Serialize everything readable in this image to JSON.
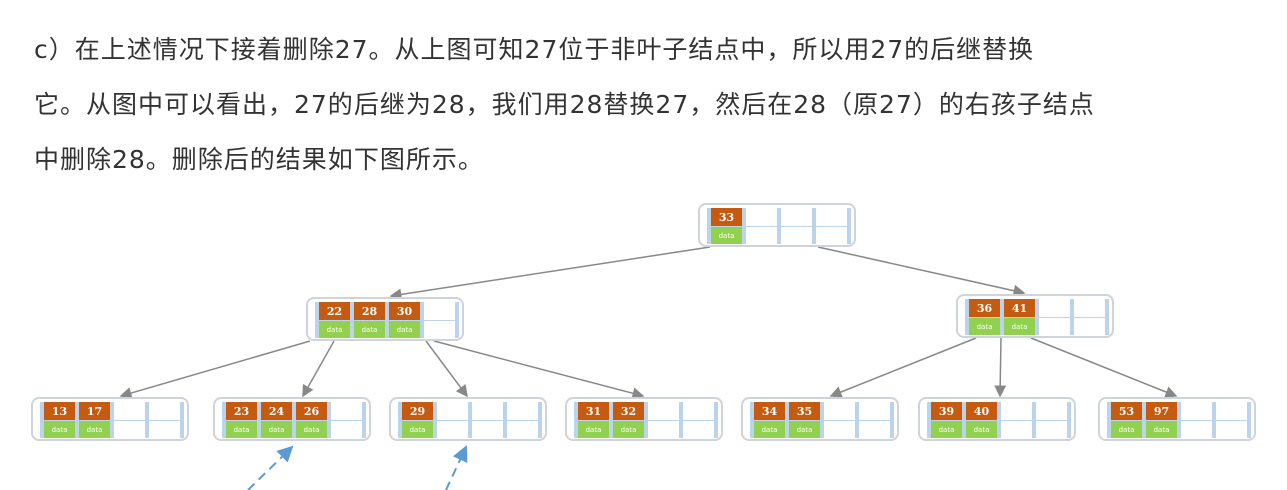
{
  "text": {
    "lines": [
      "c）在上述情况下接着删除27。从上图可知27位于非叶子结点中，所以用27的后继替换",
      "它。从图中可以看出，27的后继为28，我们用28替换27，然后在28（原27）的右孩子结点",
      "中删除28。删除后的结果如下图所示。"
    ]
  },
  "tree": {
    "data_label": "data",
    "key_color": "#c55a11",
    "data_color": "#92d050",
    "nodes": [
      {
        "id": "root",
        "keys": [
          "33"
        ]
      },
      {
        "id": "l1",
        "keys": [
          "22",
          "28",
          "30"
        ]
      },
      {
        "id": "r1",
        "keys": [
          "36",
          "41"
        ]
      },
      {
        "id": "a",
        "keys": [
          "13",
          "17"
        ]
      },
      {
        "id": "b",
        "keys": [
          "23",
          "24",
          "26"
        ]
      },
      {
        "id": "c",
        "keys": [
          "29"
        ]
      },
      {
        "id": "d",
        "keys": [
          "31",
          "32"
        ]
      },
      {
        "id": "e",
        "keys": [
          "34",
          "35"
        ]
      },
      {
        "id": "f",
        "keys": [
          "39",
          "40"
        ]
      },
      {
        "id": "g",
        "keys": [
          "53",
          "97"
        ]
      }
    ],
    "edges": [
      [
        "root",
        "l1"
      ],
      [
        "root",
        "r1"
      ],
      [
        "l1",
        "a"
      ],
      [
        "l1",
        "b"
      ],
      [
        "l1",
        "c"
      ],
      [
        "l1",
        "d"
      ],
      [
        "r1",
        "e"
      ],
      [
        "r1",
        "f"
      ],
      [
        "r1",
        "g"
      ]
    ]
  }
}
